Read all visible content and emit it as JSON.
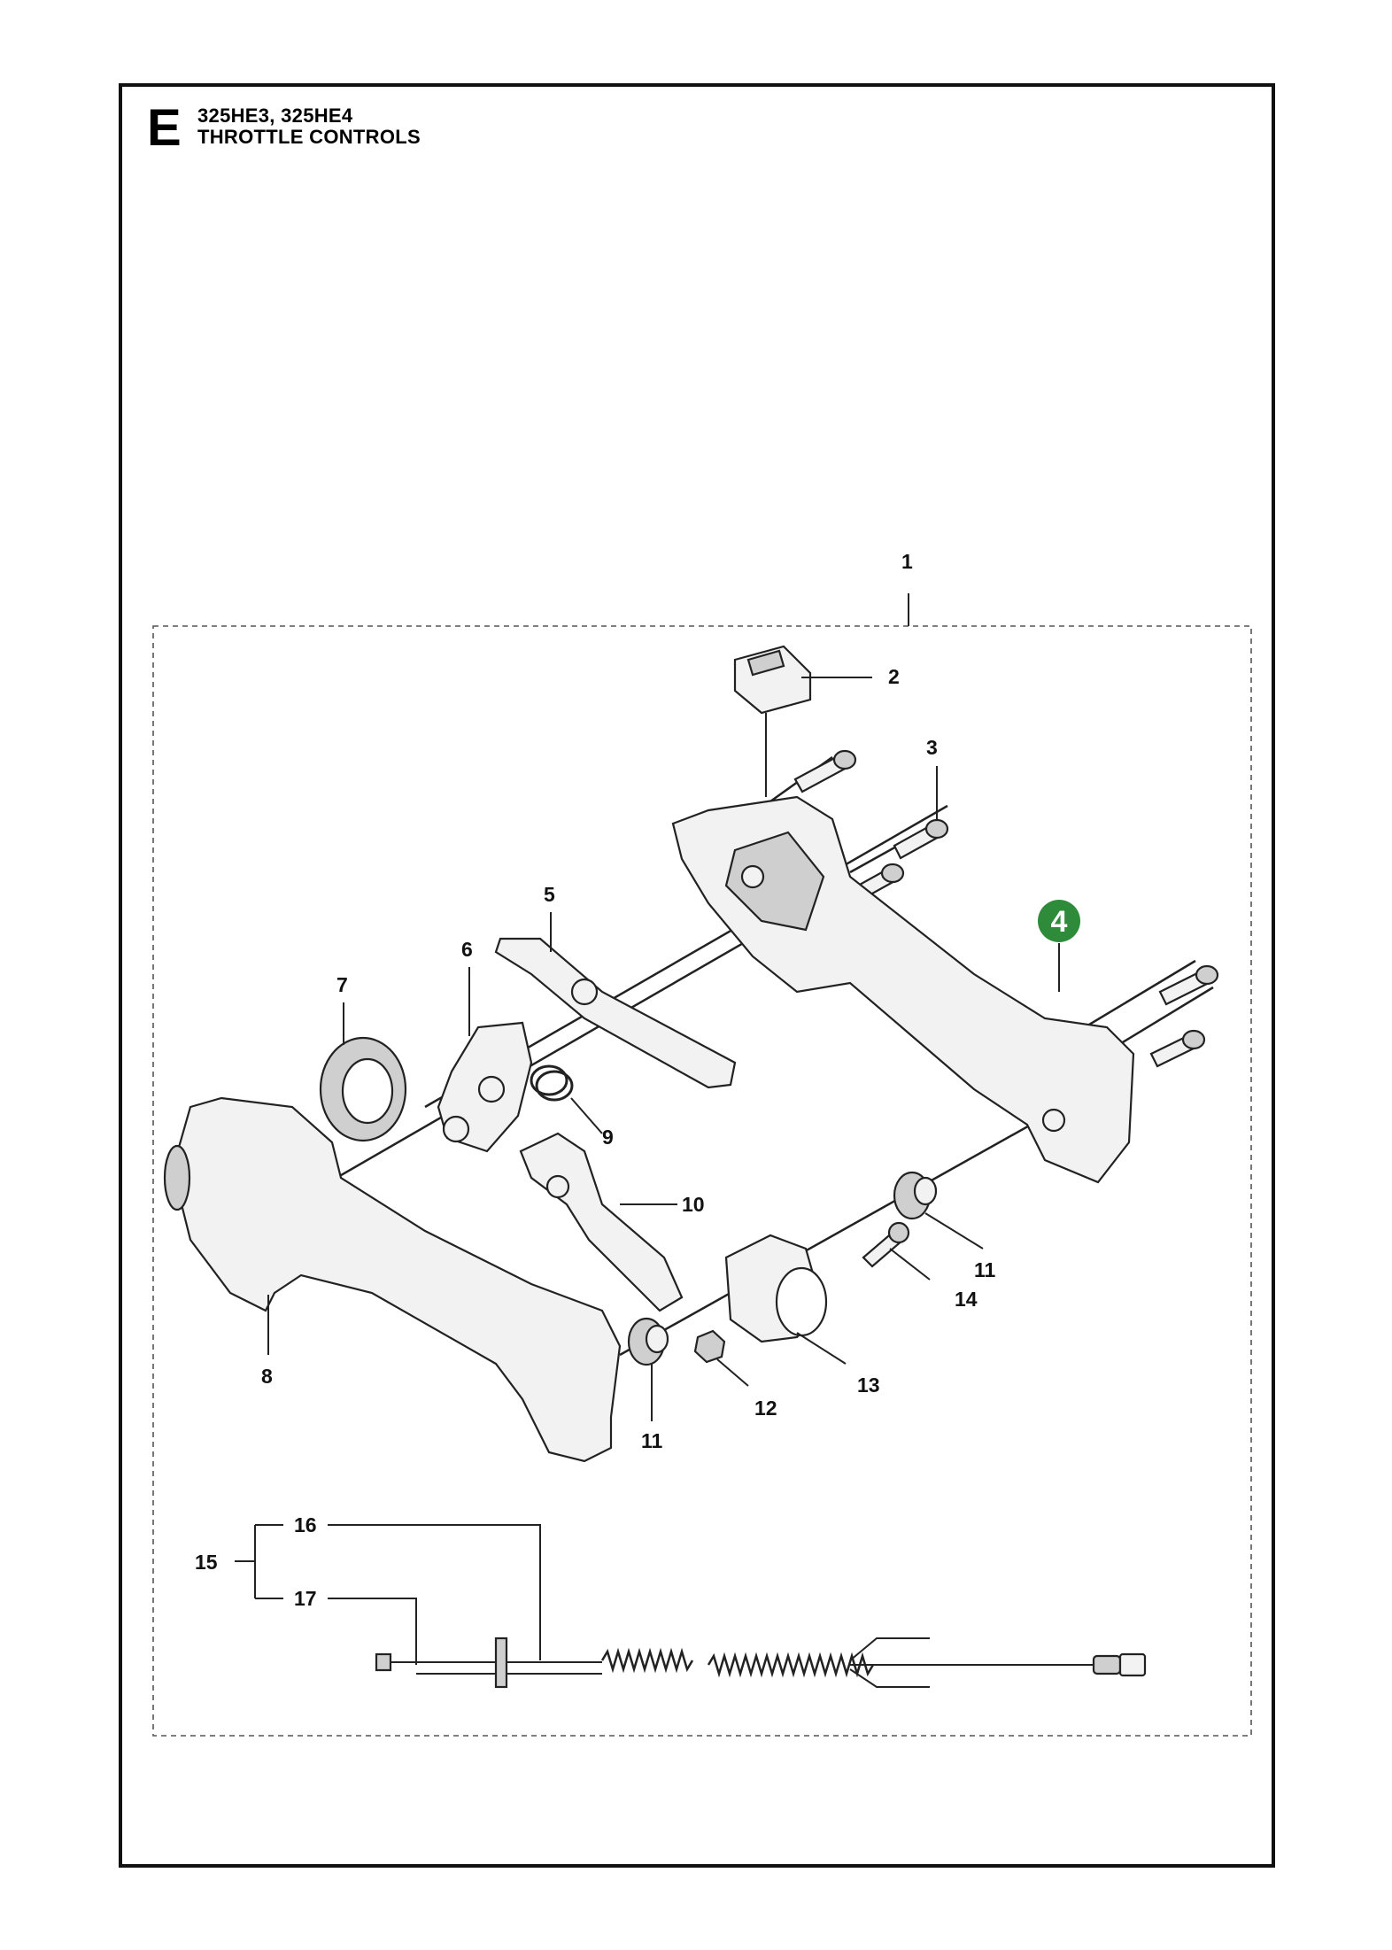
{
  "header": {
    "section_letter": "E",
    "models": "325HE3, 325HE4",
    "title": "THROTTLE CONTROLS"
  },
  "callouts": [
    {
      "id": "c1",
      "text": "1"
    },
    {
      "id": "c2",
      "text": "2"
    },
    {
      "id": "c3",
      "text": "3"
    },
    {
      "id": "c4",
      "text": "4"
    },
    {
      "id": "c5",
      "text": "5"
    },
    {
      "id": "c6",
      "text": "6"
    },
    {
      "id": "c7",
      "text": "7"
    },
    {
      "id": "c8",
      "text": "8"
    },
    {
      "id": "c9",
      "text": "9"
    },
    {
      "id": "c10",
      "text": "10"
    },
    {
      "id": "c11a",
      "text": "11"
    },
    {
      "id": "c11b",
      "text": "11"
    },
    {
      "id": "c12",
      "text": "12"
    },
    {
      "id": "c13",
      "text": "13"
    },
    {
      "id": "c14",
      "text": "14"
    },
    {
      "id": "c15",
      "text": "15"
    },
    {
      "id": "c16",
      "text": "16"
    },
    {
      "id": "c17",
      "text": "17"
    }
  ],
  "colors": {
    "highlight_badge": "#2e8b3a",
    "line": "#222222"
  }
}
